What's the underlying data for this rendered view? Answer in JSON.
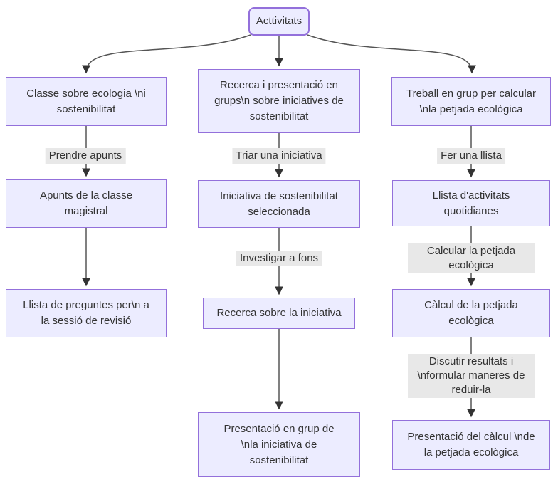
{
  "diagram": {
    "type": "flowchart",
    "direction": "top-down",
    "colors": {
      "node_fill": "#ECECFF",
      "node_border": "#9370DB",
      "edge_label_bg": "#e8e8e8",
      "text": "#333333",
      "edge_line": "#555555",
      "arrowhead": "#333333",
      "background": "#ffffff"
    }
  },
  "nodes": {
    "root": {
      "text": [
        "Acttivitats"
      ]
    },
    "l1": {
      "text": [
        "Classe sobre ecologia \\ni",
        "sostenibilitat"
      ]
    },
    "l2": {
      "text": [
        "Apunts de la classe",
        "magistral"
      ]
    },
    "l3": {
      "text": [
        "Llista de preguntes per\\n a",
        "la sessió de revisió"
      ]
    },
    "m1": {
      "text": [
        "Recerca i presentació en",
        "grups\\n sobre iniciatives de",
        "sostenibilitat"
      ]
    },
    "m2": {
      "text": [
        "Iniciativa de sostenibilitat",
        "seleccionada"
      ]
    },
    "m3": {
      "text": [
        "Recerca sobre la iniciativa"
      ]
    },
    "m4": {
      "text": [
        "Presentació en grup de",
        "\\nla iniciativa de",
        "sostenibilitat"
      ]
    },
    "r1": {
      "text": [
        "Treball en grup per calcular",
        "\\nla petjada ecològica"
      ]
    },
    "r2": {
      "text": [
        "Llista d'activitats",
        "quotidianes"
      ]
    },
    "r3": {
      "text": [
        "Càlcul de la petjada",
        "ecològica"
      ]
    },
    "r4": {
      "text": [
        "Presentació del càlcul \\nde",
        "la petjada ecològica"
      ]
    }
  },
  "edge_labels": {
    "prendre_apunts": {
      "text": [
        "Prendre apunts"
      ]
    },
    "triar_iniciativa": {
      "text": [
        "Triar una iniciativa"
      ]
    },
    "fer_llista": {
      "text": [
        "Fer una llista"
      ]
    },
    "investigar_fons": {
      "text": [
        "Investigar a fons"
      ]
    },
    "calcular_petjada": {
      "text": [
        "Calcular la petjada",
        "ecològica"
      ]
    },
    "discutir_resultats": {
      "text": [
        "Discutir resultats i",
        "\\nformular maneres de",
        "reduir-la"
      ]
    }
  }
}
